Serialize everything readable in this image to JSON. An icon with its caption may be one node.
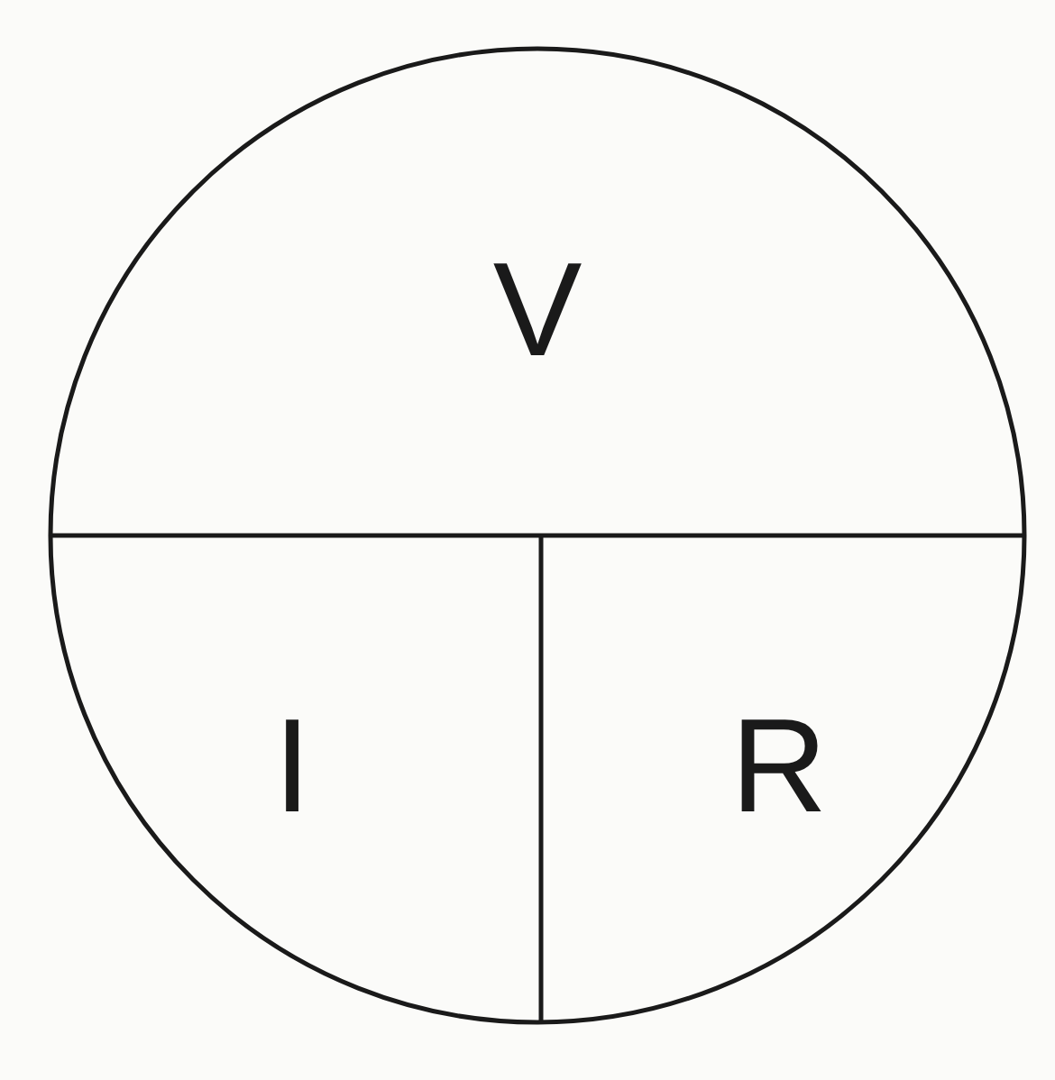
{
  "diagram": {
    "labels": [
      "V",
      "I",
      "R"
    ]
  }
}
